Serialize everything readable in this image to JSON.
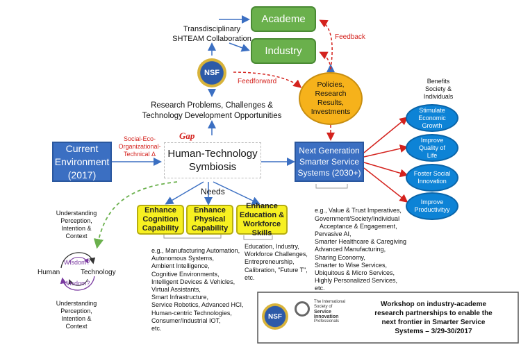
{
  "academe": "Academe",
  "industry": "Industry",
  "trans_collab": [
    "Transdisciplinary",
    "SHTEAM Collaboration"
  ],
  "feedback": "Feedback",
  "feedforward": "Feedforward",
  "nsf": "NSF",
  "research_problems": [
    "Research Problems, Challenges &",
    "Technology Development Opportunities"
  ],
  "policies": [
    "Policies,",
    "Research",
    "Results,",
    "Investments"
  ],
  "benefits": [
    "Benefits",
    "Society &",
    "Individuals"
  ],
  "benefit_items": [
    [
      "Stimulate",
      "Economic",
      "Growth"
    ],
    [
      "Improve",
      "Quality of",
      "Life"
    ],
    [
      "Foster Social",
      "Innovation"
    ],
    [
      "Improve",
      "Productivityy"
    ]
  ],
  "current_env": [
    "Current",
    "Environment",
    "(2017)"
  ],
  "social_eco": [
    "Social-Eco-",
    "Organizational-",
    "Technical Δ"
  ],
  "gap": "Gap",
  "htsymbiosis": [
    "Human-Technology",
    "Symbiosis"
  ],
  "next_gen": [
    "Next Generation",
    "Smarter Service",
    "Systems (2030+)"
  ],
  "needs": "Needs",
  "needs_boxes": [
    [
      "Enhance",
      "Cognition",
      "Capability"
    ],
    [
      "Enhance",
      "Physical",
      "Capability"
    ],
    [
      "Enhance",
      "Education &",
      "Workforce",
      "Skills"
    ]
  ],
  "next_gen_examples": [
    "e.g., Value & Trust Imperatives,",
    "Government/Society/Individual",
    "   Acceptance & Engagement,",
    "Pervasive AI,",
    "Smarter Healthcare & Caregiving",
    "Advanced Manufacturing,",
    "Sharing Economy,",
    "Smarter to Wise Services,",
    "Ubiquitous & Micro Services,",
    "Highly Personalized Services,",
    "etc."
  ],
  "cognition_examples": [
    "e.g., Manufacturing Automation,",
    "Autonomous Systems,",
    "Ambient Intelligence,",
    "Cognitive Environments,",
    "Intelligent Devices & Vehicles,",
    "Virtual Assistants,",
    "Smart Infrastructure,",
    "Service Robotics, Advanced HCI,",
    "Human-centric Technologies,",
    "Consumer/Industrial IOT,",
    "etc."
  ],
  "education_examples": [
    "Education, Industry,",
    "Workforce Challenges,",
    "Entrepreneurship,",
    "Calibration, \"Future T\",",
    "etc."
  ],
  "understanding_top": [
    "Understanding",
    "Perception,",
    "Intention &",
    "Context"
  ],
  "understanding_bottom": [
    "Understanding",
    "Perception,",
    "Intention &",
    "Context"
  ],
  "human": "Human",
  "technology": "Technology",
  "wisdom_top": "Wisdom?",
  "wisdom_bottom": "Wisdom?",
  "isssi_logo_text": [
    "The International",
    "Society of",
    "Service",
    "Innovation",
    "Professionals"
  ],
  "workshop": [
    "Workshop on industry-academe",
    "research partnerships to enable the",
    "next frontier in Smarter Service",
    "Systems – 3/29-30/2017"
  ],
  "colors": {
    "green": "#6ab04c",
    "blue": "#3b6fc2",
    "yellow": "#f7f021",
    "orange": "#f6b21b",
    "cyan": "#0d83d6",
    "red": "#d4221d"
  }
}
